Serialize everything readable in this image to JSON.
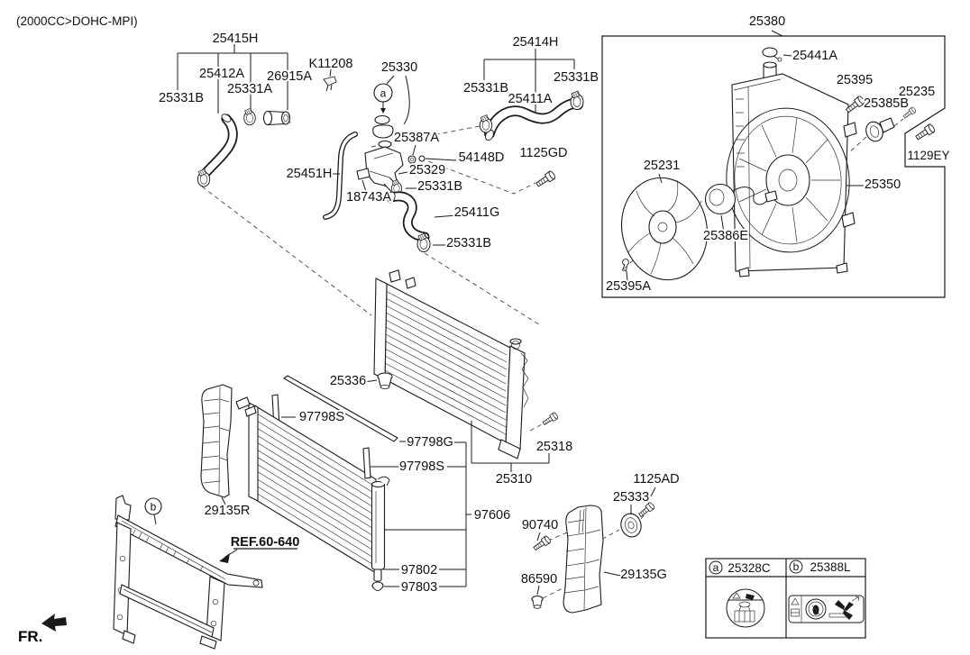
{
  "title": "(2000CC>DOHC-MPI)",
  "direction_indicator": "FR.",
  "reference_link": "REF.60-640",
  "callouts": {
    "a": "a",
    "b": "b"
  },
  "parts": {
    "25415H": "25415H",
    "25412A": "25412A",
    "26915A": "26915A",
    "25331A": "25331A",
    "25331B": "25331B",
    "K11208": "K11208",
    "25330": "25330",
    "25414H": "25414H",
    "25411A": "25411A",
    "25451H": "25451H",
    "25387A": "25387A",
    "54148D": "54148D",
    "25329": "25329",
    "18743A": "18743A",
    "25411G": "25411G",
    "1125GD": "1125GD",
    "25380": "25380",
    "25441A": "25441A",
    "25395": "25395",
    "25235": "25235",
    "25385B": "25385B",
    "1129EY": "1129EY",
    "25350": "25350",
    "25231": "25231",
    "25386E": "25386E",
    "25395A": "25395A",
    "25336": "25336",
    "97798S": "97798S",
    "97798G": "97798G",
    "25318": "25318",
    "25310": "25310",
    "97606": "97606",
    "29135R": "29135R",
    "97802": "97802",
    "97803": "97803",
    "90740": "90740",
    "86590": "86590",
    "25333": "25333",
    "1125AD": "1125AD",
    "29135G": "29135G"
  },
  "legend": {
    "a_part": "25328C",
    "b_part": "25388L"
  },
  "colors": {
    "line": "#1a1a1a",
    "background": "#ffffff"
  }
}
